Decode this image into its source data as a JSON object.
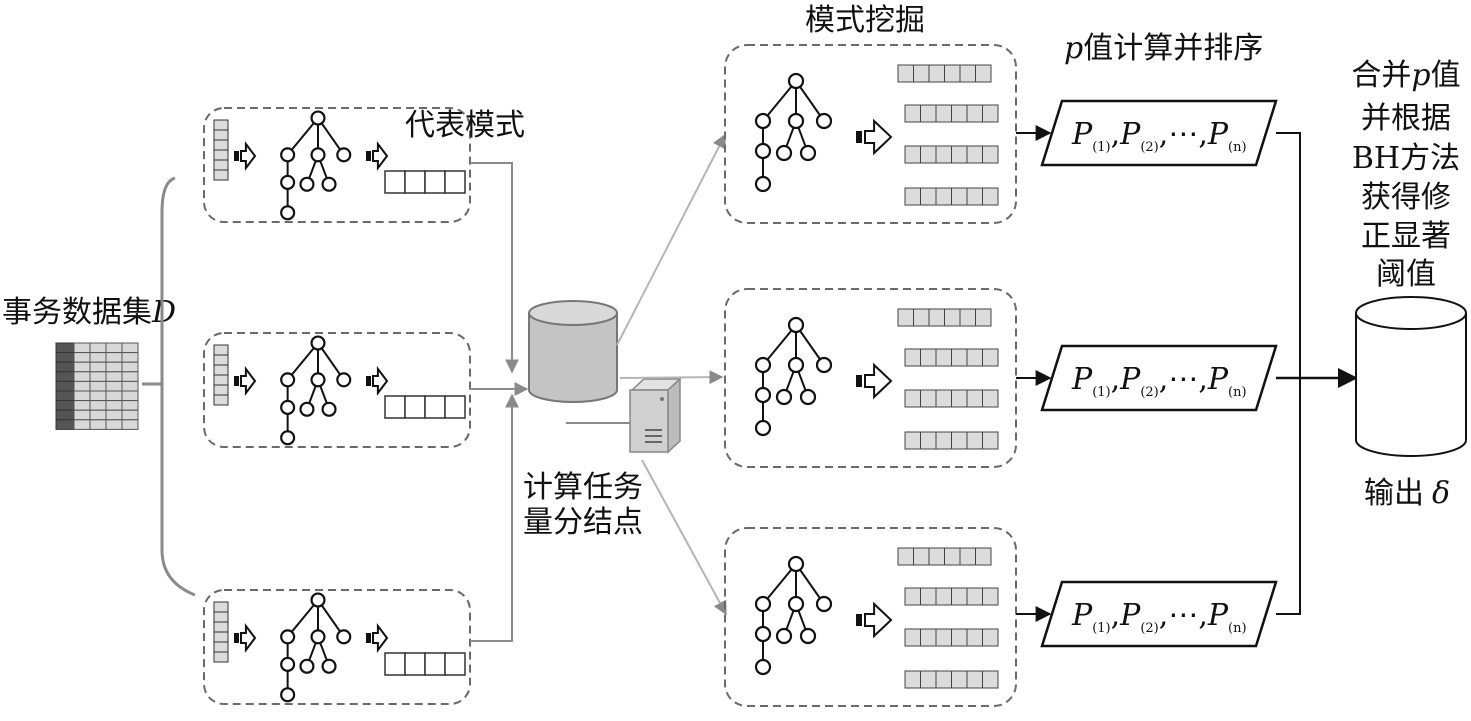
{
  "labels": {
    "dataset": "事务数据集",
    "dataset_var": "D",
    "representative": "代表模式",
    "compute_node": [
      "计算任务",
      "量分结点"
    ],
    "mining": "模式挖掘",
    "pvalue_var": "p",
    "pvalue_rest": "值计算并排序",
    "merge": [
      "合并",
      "p",
      "值",
      "并根据",
      "BH方法",
      "获得修",
      "正显著",
      "阈值"
    ],
    "output": "输出",
    "output_var": "δ"
  },
  "pvalue_list": {
    "sym": "P",
    "subs": [
      "(1)",
      "(2)",
      "(n)"
    ],
    "dots": "⋯"
  },
  "counts": {
    "partitions": 3,
    "miners": 3
  },
  "colors": {
    "line": "#8a8a8a",
    "dark_line": "#111111",
    "dash": "#6a6a6a",
    "cell_fill": "#dcdcdc",
    "cylinder": "#c4c4c4",
    "server": "#d0d0d0",
    "table_dark": "#555555",
    "table_light": "#d8d8d8"
  }
}
